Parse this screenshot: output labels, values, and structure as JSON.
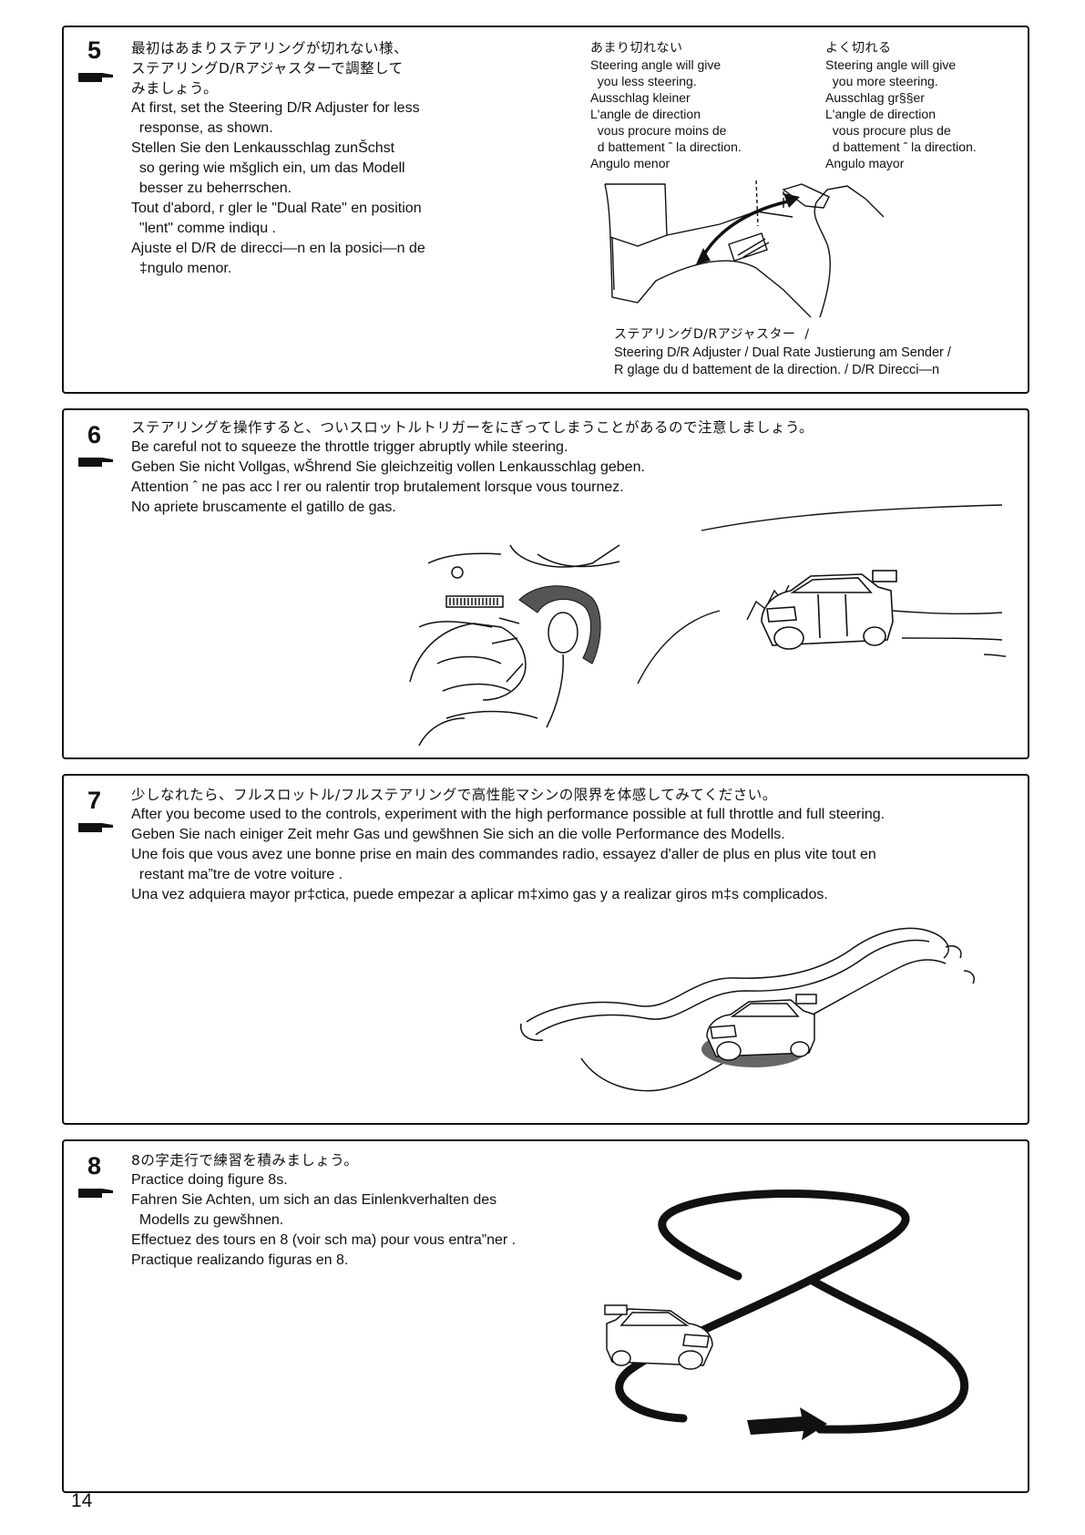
{
  "step5": {
    "number": "5",
    "lines": [
      "最初はあまりステアリングが切れない様、",
      "ステアリングD/Rアジャスターで調整して",
      "みましょう。",
      "At first, set the Steering D/R Adjuster for less",
      "  response, as shown.",
      "Stellen Sie den Lenkausschlag zunŠchst",
      "  so gering wie mšglich ein, um das Modell",
      "  besser zu beherrschen.",
      "Tout d'abord, r gler le \"Dual Rate\" en position",
      "  \"lent\" comme indiqu .",
      "Ajuste el D/R de direcci—n en la posici—n de",
      "  ‡ngulo menor."
    ],
    "less_lines": [
      "あまり切れない",
      "Steering angle will give",
      "  you less steering.",
      "Ausschlag kleiner",
      "L'angle de direction",
      "  vous procure moins de",
      "  d battement ˆ la direction.",
      "Angulo menor"
    ],
    "more_lines": [
      "よく切れる",
      "Steering angle will give",
      "  you more steering.",
      "Ausschlag gr§§er",
      "L'angle de direction",
      "  vous procure plus de",
      "  d battement ˆ la direction.",
      "Angulo mayor"
    ],
    "caption_lines": [
      "ステアリングD/Rアジャスター  /",
      "Steering D/R Adjuster / Dual Rate Justierung am Sender /",
      "R glage du d battement de la direction. / D/R Direcci—n"
    ]
  },
  "step6": {
    "number": "6",
    "lines": [
      "ステアリングを操作すると、ついスロットルトリガーをにぎってしまうことがあるので注意しましょう。",
      "Be careful not to squeeze the throttle trigger abruptly while steering.",
      "Geben Sie nicht Vollgas, wŠhrend Sie gleichzeitig vollen Lenkausschlag geben.",
      "Attention ˆ ne pas acc l rer ou ralentir trop brutalement lorsque vous tournez.",
      "No apriete bruscamente el gatillo de gas."
    ]
  },
  "step7": {
    "number": "7",
    "lines": [
      "少しなれたら、フルスロットル/フルステアリングで高性能マシンの限界を体感してみてください。",
      "After you become used to the controls, experiment with the high performance possible at full throttle and full steering.",
      "Geben Sie nach einiger Zeit mehr Gas und gewšhnen Sie sich an die volle Performance des Modells.",
      "Une fois que vous avez une bonne prise en main des commandes radio, essayez d'aller de plus en plus vite tout en",
      "  restant ma”tre de votre voiture .",
      "Una vez adquiera mayor pr‡ctica, puede empezar a aplicar m‡ximo gas y a realizar giros m‡s complicados."
    ]
  },
  "step8": {
    "number": "8",
    "lines": [
      "8の字走行で練習を積みましょう。",
      "Practice doing figure 8s.",
      "Fahren Sie Achten, um sich an das Einlenkverhalten des",
      "  Modells zu gewšhnen.",
      "Effectuez des tours en 8 (voir sch ma) pour vous entra”ner .",
      "Practique realizando figuras en 8."
    ]
  },
  "page_number": "14",
  "icons": {
    "step_marker": "pointing-hand-icon",
    "car": "rc-car-icon",
    "transmitter": "transmitter-icon"
  }
}
